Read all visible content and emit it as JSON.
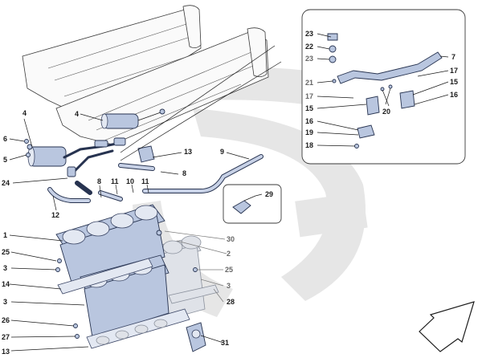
{
  "labels": {
    "l1": "1",
    "l2": "2",
    "l3a": "3",
    "l3b": "3",
    "l3c": "3",
    "l4a": "4",
    "l4b": "4",
    "l5": "5",
    "l6": "6",
    "l7": "7",
    "l8a": "8",
    "l8b": "8",
    "l9": "9",
    "l10": "10",
    "l11": "11",
    "l12": "12",
    "l13": "13",
    "l14": "14",
    "l15a": "15",
    "l15b": "15",
    "l16a": "16",
    "l16b": "16",
    "l17a": "17",
    "l17b": "17",
    "l18": "18",
    "l19": "19",
    "l20": "20",
    "l21": "21",
    "l22": "22",
    "l23a": "23",
    "l23b": "23",
    "l24": "24",
    "l25a": "25",
    "l25b": "25",
    "l26": "26",
    "l27": "27",
    "l28": "28",
    "l29": "29",
    "l30": "30",
    "l31": "31"
  },
  "colors": {
    "part_fill": "#b9c6df",
    "part_stroke": "#273350",
    "watermark": "#e6e6e6",
    "ghost_label": "#666666"
  },
  "icons": {
    "direction_arrow": "arrow-down-left-icon"
  }
}
